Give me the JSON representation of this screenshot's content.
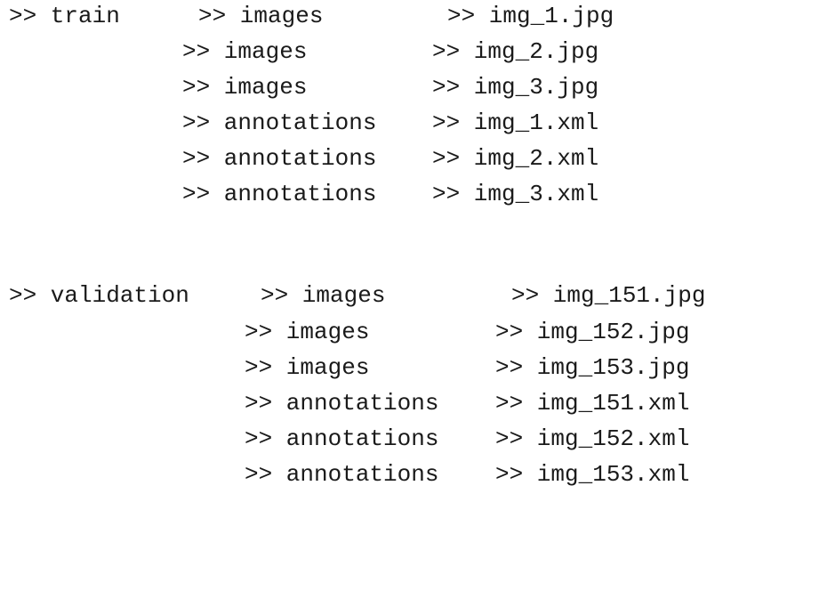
{
  "train": {
    "root": ">> train",
    "rows": [
      {
        "folder": ">> images",
        "file": ">> img_1.jpg"
      },
      {
        "folder": ">> images",
        "file": ">> img_2.jpg"
      },
      {
        "folder": ">> images",
        "file": ">> img_3.jpg"
      },
      {
        "folder": ">> annotations",
        "file": ">> img_1.xml"
      },
      {
        "folder": ">> annotations",
        "file": ">> img_2.xml"
      },
      {
        "folder": ">> annotations",
        "file": ">> img_3.xml"
      }
    ]
  },
  "validation": {
    "root": ">> validation",
    "rows": [
      {
        "folder": ">> images",
        "file": ">> img_151.jpg"
      },
      {
        "folder": ">> images",
        "file": ">> img_152.jpg"
      },
      {
        "folder": ">> images",
        "file": ">> img_153.jpg"
      },
      {
        "folder": ">> annotations",
        "file": ">> img_151.xml"
      },
      {
        "folder": ">> annotations",
        "file": ">> img_152.xml"
      },
      {
        "folder": ">> annotations",
        "file": ">> img_153.xml"
      }
    ]
  }
}
